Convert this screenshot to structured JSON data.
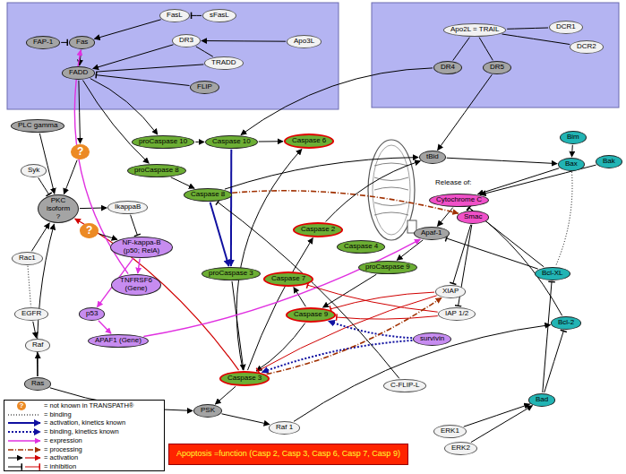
{
  "diagram": {
    "nodes": [
      {
        "text": [
          "FasL"
        ]
      },
      {
        "text": [
          "sFasL"
        ]
      },
      {
        "text": [
          "FAP-1"
        ]
      },
      {
        "text": [
          "Fas"
        ]
      },
      {
        "text": [
          "DR3"
        ]
      },
      {
        "text": [
          "Apo3L"
        ]
      },
      {
        "text": [
          "TRADD"
        ]
      },
      {
        "text": [
          "FADD"
        ]
      },
      {
        "text": [
          "FLIP"
        ]
      },
      {
        "text": [
          "Apo2L = TRAIL"
        ]
      },
      {
        "text": [
          "DCR1"
        ]
      },
      {
        "text": [
          "DCR2"
        ]
      },
      {
        "text": [
          "DR4"
        ]
      },
      {
        "text": [
          "DR5"
        ]
      },
      {
        "text": [
          "?"
        ]
      },
      {
        "text": [
          "PLC gamma"
        ]
      },
      {
        "text": [
          "Syk"
        ]
      },
      {
        "text": [
          "PKC isoform ?"
        ]
      },
      {
        "text": [
          "IkappaB"
        ]
      },
      {
        "text": [
          "?"
        ]
      },
      {
        "text": [
          "NF-kappa-B (p50; RelA)"
        ]
      },
      {
        "text": [
          "Rac1"
        ]
      },
      {
        "text": [
          "TNFRSF6 (Gene)"
        ]
      },
      {
        "text": [
          "p53"
        ]
      },
      {
        "text": [
          "EGFR"
        ]
      },
      {
        "text": [
          "APAF1 (Gene)"
        ]
      },
      {
        "text": [
          "Raf"
        ]
      },
      {
        "text": [
          "Ras"
        ]
      },
      {
        "text": [
          "proCaspase 10"
        ]
      },
      {
        "text": [
          "Caspase 10"
        ]
      },
      {
        "text": [
          "Caspase 6"
        ]
      },
      {
        "text": [
          "proCaspase 8"
        ]
      },
      {
        "text": [
          "Caspase 8"
        ]
      },
      {
        "text": [
          "tBid"
        ]
      },
      {
        "text": [
          "Bim"
        ]
      },
      {
        "text": [
          "Bax"
        ]
      },
      {
        "text": [
          "Bak"
        ]
      },
      {
        "text": [
          "Cytochrome C"
        ]
      },
      {
        "text": [
          "Smac"
        ]
      },
      {
        "text": [
          "Caspase 2"
        ]
      },
      {
        "text": [
          "Apaf-1"
        ]
      },
      {
        "text": [
          "Caspase 4"
        ]
      },
      {
        "text": [
          "proCaspase 9"
        ]
      },
      {
        "text": [
          "proCaspase 3"
        ]
      },
      {
        "text": [
          "Caspase 7"
        ]
      },
      {
        "text": [
          "XIAP"
        ]
      },
      {
        "text": [
          "Caspase 9"
        ]
      },
      {
        "text": [
          "IAP 1/2"
        ]
      },
      {
        "text": [
          "survivin"
        ]
      },
      {
        "text": [
          "Bcl-XL"
        ]
      },
      {
        "text": [
          "Bcl-2"
        ]
      },
      {
        "text": [
          "Caspase 3"
        ]
      },
      {
        "text": [
          "C-FLIP-L"
        ]
      },
      {
        "text": [
          "Bad"
        ]
      },
      {
        "text": [
          "PSK"
        ]
      },
      {
        "text": [
          "ERK1"
        ]
      },
      {
        "text": [
          "ERK2"
        ]
      },
      {
        "text": [
          "Raf 1"
        ]
      },
      {
        "text": [
          "Apoptosis =function (Casp 2, Casp 3, Casp 6, Casp 7, Casp 9)"
        ]
      }
    ],
    "edges": [
      {
        "from": 0,
        "to": 3,
        "arrow": "to"
      },
      {
        "from": 1,
        "to": 0,
        "arrow": "to"
      },
      {
        "from": 2,
        "to": 3,
        "arrow": "to"
      },
      {
        "from": 3,
        "to": 7,
        "arrow": "to"
      },
      {
        "from": 4,
        "to": 7,
        "arrow": "to"
      },
      {
        "from": 5,
        "to": 4,
        "arrow": "to"
      },
      {
        "from": 4,
        "to": 6,
        "arrow": "none"
      },
      {
        "from": 6,
        "to": 7,
        "arrow": "none"
      },
      {
        "from": 8,
        "to": 7,
        "arrow": "to"
      },
      {
        "from": 9,
        "to": 10,
        "arrow": "none"
      },
      {
        "from": 9,
        "to": 11,
        "arrow": "none"
      },
      {
        "from": 9,
        "to": 12,
        "arrow": "none"
      },
      {
        "from": 9,
        "to": 13,
        "arrow": "none"
      },
      {
        "from": 7,
        "to": 28,
        "arrow": "to"
      },
      {
        "from": 7,
        "to": 31,
        "arrow": "to"
      },
      {
        "from": 7,
        "to": 14,
        "arrow": "to"
      },
      {
        "from": 14,
        "to": 17,
        "arrow": "to"
      },
      {
        "from": 28,
        "to": 29,
        "arrow": "to"
      },
      {
        "from": 29,
        "to": 30,
        "arrow": "to"
      },
      {
        "from": 31,
        "to": 32,
        "arrow": "to"
      },
      {
        "from": 29,
        "to": 43,
        "arrow": "to"
      },
      {
        "from": 32,
        "to": 43,
        "arrow": "to"
      },
      {
        "from": 32,
        "to": 33,
        "arrow": "to"
      },
      {
        "from": 12,
        "to": 29,
        "arrow": "to"
      },
      {
        "from": 13,
        "to": 33,
        "arrow": "to"
      },
      {
        "from": 33,
        "to": 35,
        "arrow": "to"
      },
      {
        "from": 34,
        "to": 35,
        "arrow": "to"
      },
      {
        "from": 36,
        "to": 37,
        "arrow": "to"
      },
      {
        "from": 35,
        "to": 37,
        "arrow": "to"
      },
      {
        "from": 37,
        "to": 40,
        "arrow": "to"
      },
      {
        "from": 38,
        "to": 45,
        "arrow": "to"
      },
      {
        "from": 38,
        "to": 47,
        "arrow": "to"
      },
      {
        "from": 40,
        "to": 42,
        "arrow": "to"
      },
      {
        "from": 42,
        "to": 46,
        "arrow": "to"
      },
      {
        "from": 46,
        "to": 51,
        "arrow": "to"
      },
      {
        "from": 46,
        "to": 44,
        "arrow": "to"
      },
      {
        "from": 45,
        "to": 46,
        "arrow": "to"
      },
      {
        "from": 45,
        "to": 51,
        "arrow": "to"
      },
      {
        "from": 47,
        "to": 44,
        "arrow": "to"
      },
      {
        "from": 47,
        "to": 46,
        "arrow": "to"
      },
      {
        "from": 48,
        "to": 51,
        "arrow": "to"
      },
      {
        "from": 48,
        "to": 46,
        "arrow": "to"
      },
      {
        "from": 51,
        "to": 30,
        "arrow": "to"
      },
      {
        "from": 51,
        "to": 39,
        "arrow": "to"
      },
      {
        "from": 51,
        "to": 45,
        "arrow": "to"
      },
      {
        "from": 43,
        "to": 51,
        "arrow": "to"
      },
      {
        "from": 51,
        "to": 54,
        "arrow": "to"
      },
      {
        "from": 51,
        "to": 17,
        "arrow": "to"
      },
      {
        "from": 32,
        "to": 38,
        "arrow": "to"
      },
      {
        "from": 49,
        "to": 40,
        "arrow": "to"
      },
      {
        "from": 49,
        "to": 37,
        "arrow": "to"
      },
      {
        "from": 50,
        "to": 37,
        "arrow": "to"
      },
      {
        "from": 53,
        "to": 49,
        "arrow": "to"
      },
      {
        "from": 53,
        "to": 50,
        "arrow": "to"
      },
      {
        "from": 55,
        "to": 53,
        "arrow": "to"
      },
      {
        "from": 56,
        "to": 53,
        "arrow": "to"
      },
      {
        "from": 18,
        "to": 20,
        "arrow": "to"
      },
      {
        "from": 17,
        "to": 18,
        "arrow": "to"
      },
      {
        "from": 20,
        "to": 22,
        "arrow": "to"
      },
      {
        "from": 22,
        "to": 3,
        "arrow": "to"
      },
      {
        "from": 20,
        "to": 23,
        "arrow": "to"
      },
      {
        "from": 23,
        "to": 25,
        "arrow": "to"
      },
      {
        "from": 25,
        "to": 40,
        "arrow": "to"
      },
      {
        "from": 15,
        "to": 17,
        "arrow": "to"
      },
      {
        "from": 16,
        "to": 17,
        "arrow": "to"
      },
      {
        "from": 21,
        "to": 17,
        "arrow": "to"
      },
      {
        "from": 21,
        "to": 24,
        "arrow": "none"
      },
      {
        "from": 24,
        "to": 26,
        "arrow": "to"
      },
      {
        "from": 27,
        "to": 26,
        "arrow": "to"
      },
      {
        "from": 27,
        "to": 17,
        "arrow": "to"
      },
      {
        "from": 27,
        "to": 54,
        "arrow": "to"
      },
      {
        "from": 54,
        "to": 57,
        "arrow": "to"
      },
      {
        "from": 52,
        "to": 32,
        "arrow": "to"
      },
      {
        "from": 19,
        "to": 20,
        "arrow": "to"
      },
      {
        "from": 57,
        "to": 50,
        "arrow": "to"
      },
      {
        "from": 39,
        "to": 33,
        "arrow": "to"
      },
      {
        "from": 35,
        "to": 49,
        "arrow": "none"
      }
    ],
    "labels": [
      "?",
      "Release of:"
    ],
    "legend": [
      {
        "text": "= not known in TRANSPATH®"
      },
      {
        "text": "= binding"
      },
      {
        "text": "= activation, kinetics known"
      },
      {
        "text": "= binding, kinetics known"
      },
      {
        "text": "= expression"
      },
      {
        "text": "= processing"
      },
      {
        "text": "= activation"
      },
      {
        "text": "= inhibition"
      }
    ]
  }
}
